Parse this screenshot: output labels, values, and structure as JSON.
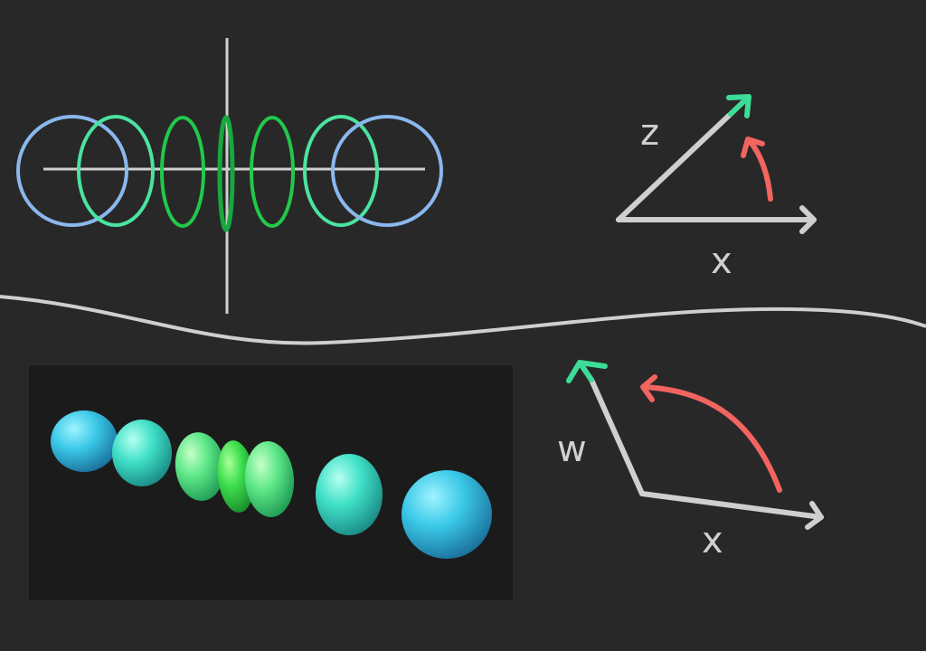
{
  "colors": {
    "background": "#282828",
    "panel": "#1b1b1b",
    "axis": "#cfcfcf",
    "ring_blue": "#8ab8ee",
    "ring_mint": "#4be3a0",
    "ring_green": "#22c84a",
    "ring_dark_green": "#17a83e",
    "arrow_tip": "#3ddc97",
    "rotation_arrow": "#f2645f",
    "divider": "#cfcfcf"
  },
  "top_diagram": {
    "ring_count": 7,
    "ring_colors": [
      "ring_blue",
      "ring_mint",
      "ring_green",
      "ring_dark_green",
      "ring_green",
      "ring_mint",
      "ring_blue"
    ]
  },
  "rotation_zx": {
    "label_vertical": "z",
    "label_horizontal": "x",
    "icon": "rotation-arrow-icon"
  },
  "rotation_wx": {
    "label_vertical": "w",
    "label_horizontal": "x",
    "icon": "rotation-arrow-icon"
  },
  "render_panel": {
    "blob_count": 7
  }
}
